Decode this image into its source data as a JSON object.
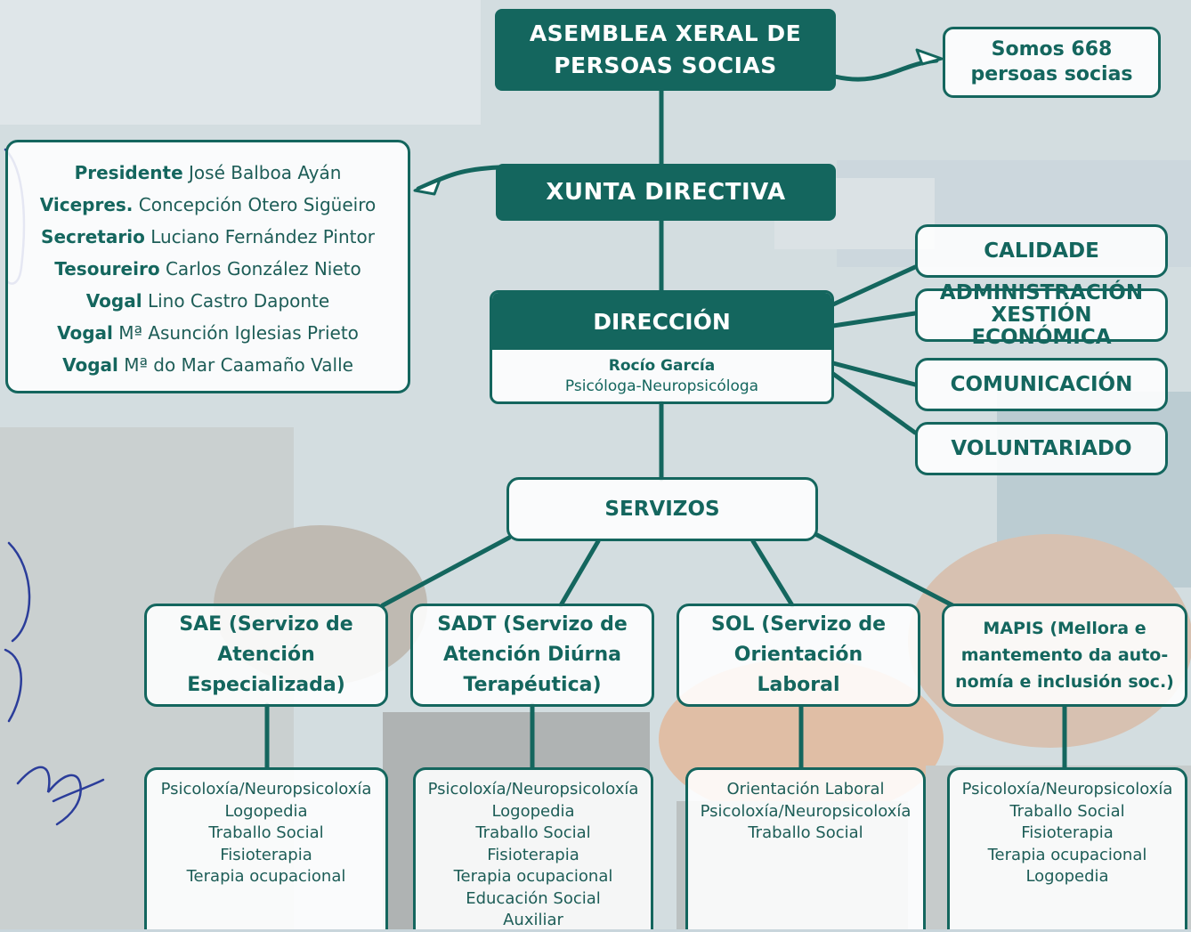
{
  "assembly": {
    "line1": "ASEMBLEA XERAL DE",
    "line2": "PERSOAS SOCIAS"
  },
  "members_note": {
    "line1": "Somos 668",
    "line2": "persoas socias"
  },
  "board": {
    "title": "XUNTA DIRECTIVA",
    "members": [
      {
        "role": "Presidente",
        "name": "José Balboa Ayán"
      },
      {
        "role": "Vicepres.",
        "name": "Concepción Otero Sigüeiro"
      },
      {
        "role": "Secretario",
        "name": "Luciano Fernández Pintor"
      },
      {
        "role": "Tesoureiro",
        "name": "Carlos González Nieto"
      },
      {
        "role": "Vogal",
        "name": "Lino Castro Daponte"
      },
      {
        "role": "Vogal",
        "name": "Mª Asunción Iglesias Prieto"
      },
      {
        "role": "Vogal",
        "name": "Mª do Mar Caamaño Valle"
      }
    ]
  },
  "direction": {
    "title": "DIRECCIÓN",
    "person": "Rocío García",
    "job": "Psicóloga-Neuropsicóloga"
  },
  "areas": [
    "CALIDADE",
    "ADMINISTRACIÓN",
    "XESTIÓN ECONÓMICA",
    "COMUNICACIÓN",
    "VOLUNTARIADO"
  ],
  "services_title": "SERVIZOS",
  "services": [
    {
      "lines": [
        "SAE (Servizo de",
        "Atención",
        "Especializada)"
      ],
      "staff": [
        "Psicoloxía/Neuropsicoloxía",
        "Logopedia",
        "Traballo Social",
        "Fisioterapia",
        "Terapia ocupacional"
      ]
    },
    {
      "lines": [
        "SADT (Servizo de",
        "Atención Diúrna",
        "Terapéutica)"
      ],
      "staff": [
        "Psicoloxía/Neuropsicoloxía",
        "Logopedia",
        "Traballo Social",
        "Fisioterapia",
        "Terapia ocupacional",
        "Educación Social",
        "Auxiliar"
      ]
    },
    {
      "lines": [
        "SOL (Servizo de",
        "Orientación",
        "Laboral"
      ],
      "staff": [
        "Orientación Laboral",
        "Psicoloxía/Neuropsicoloxía",
        "Traballo Social"
      ]
    },
    {
      "lines": [
        "MAPIS (Mellora e",
        "mantemento da auto-",
        "nomía e inclusión soc.)"
      ],
      "staff": [
        "Psicoloxía/Neuropsicoloxía",
        "Traballo Social",
        "Fisioterapia",
        "Terapia ocupacional",
        "Logopedia"
      ]
    }
  ],
  "colors": {
    "primary": "#14665e",
    "text": "#1d5d57",
    "box_bg": "#ffffff"
  }
}
